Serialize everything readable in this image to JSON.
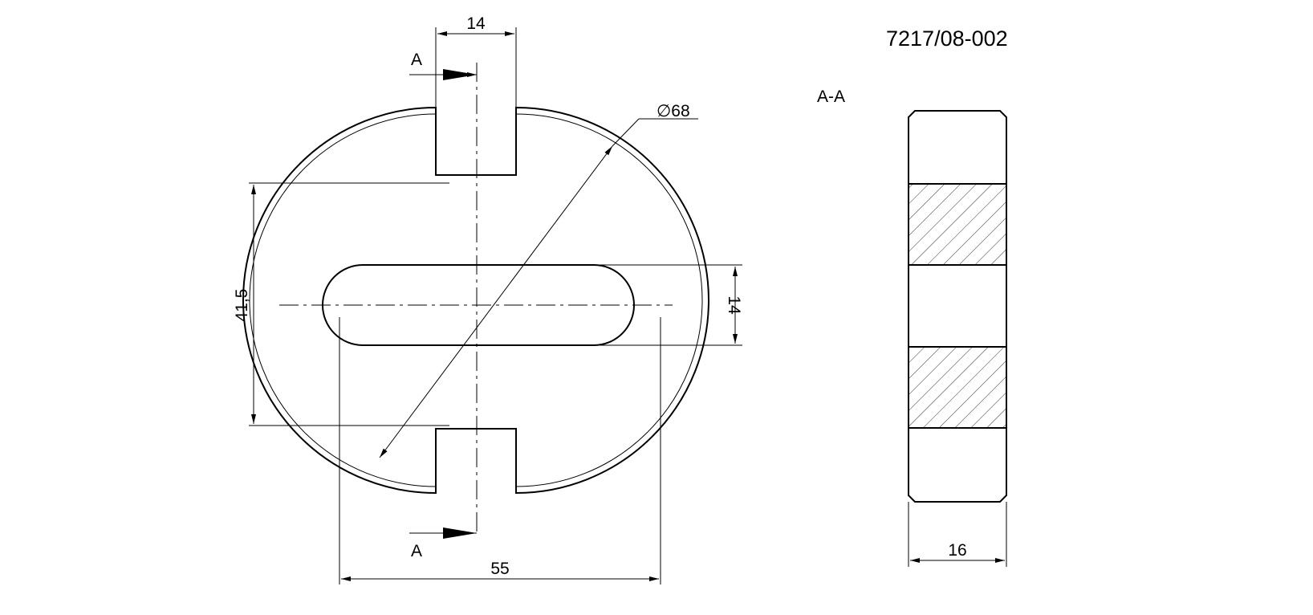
{
  "drawing": {
    "number": "7217/08-002",
    "section_label": "A-A",
    "cut_marker_top": "A",
    "cut_marker_bottom": "A",
    "dims": {
      "slot_width_top": "14",
      "diameter": "∅68",
      "notch_distance": "41,5",
      "slot_height": "14",
      "slot_length": "55",
      "thickness": "16"
    }
  }
}
